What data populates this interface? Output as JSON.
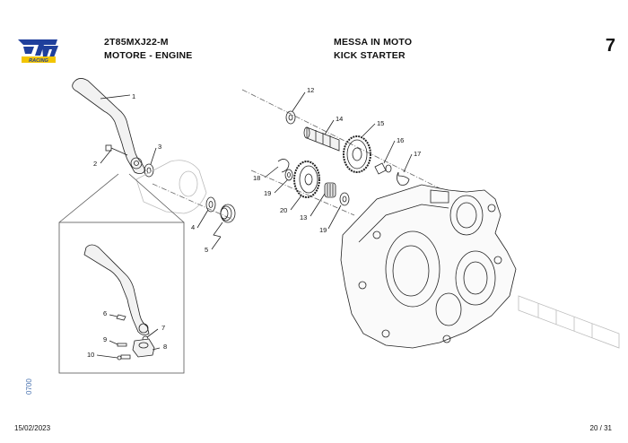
{
  "header": {
    "logo": {
      "text": "tm",
      "subtext": "RACING",
      "colors": {
        "blue": "#1f3f9c",
        "yellow": "#f2c500"
      }
    },
    "model_code": "2T85MXJ22-M",
    "group": "MOTORE - ENGINE",
    "title_it": "MESSA IN MOTO",
    "title_en": "KICK STARTER",
    "page_index": "7"
  },
  "callouts": [
    "1",
    "2",
    "3",
    "4",
    "5",
    "6",
    "7",
    "8",
    "9",
    "10",
    "12",
    "13",
    "14",
    "15",
    "16",
    "17",
    "18",
    "19",
    "19",
    "20"
  ],
  "side_code": "0700",
  "footer": {
    "date": "15/02/2023",
    "page": "20 / 31"
  }
}
